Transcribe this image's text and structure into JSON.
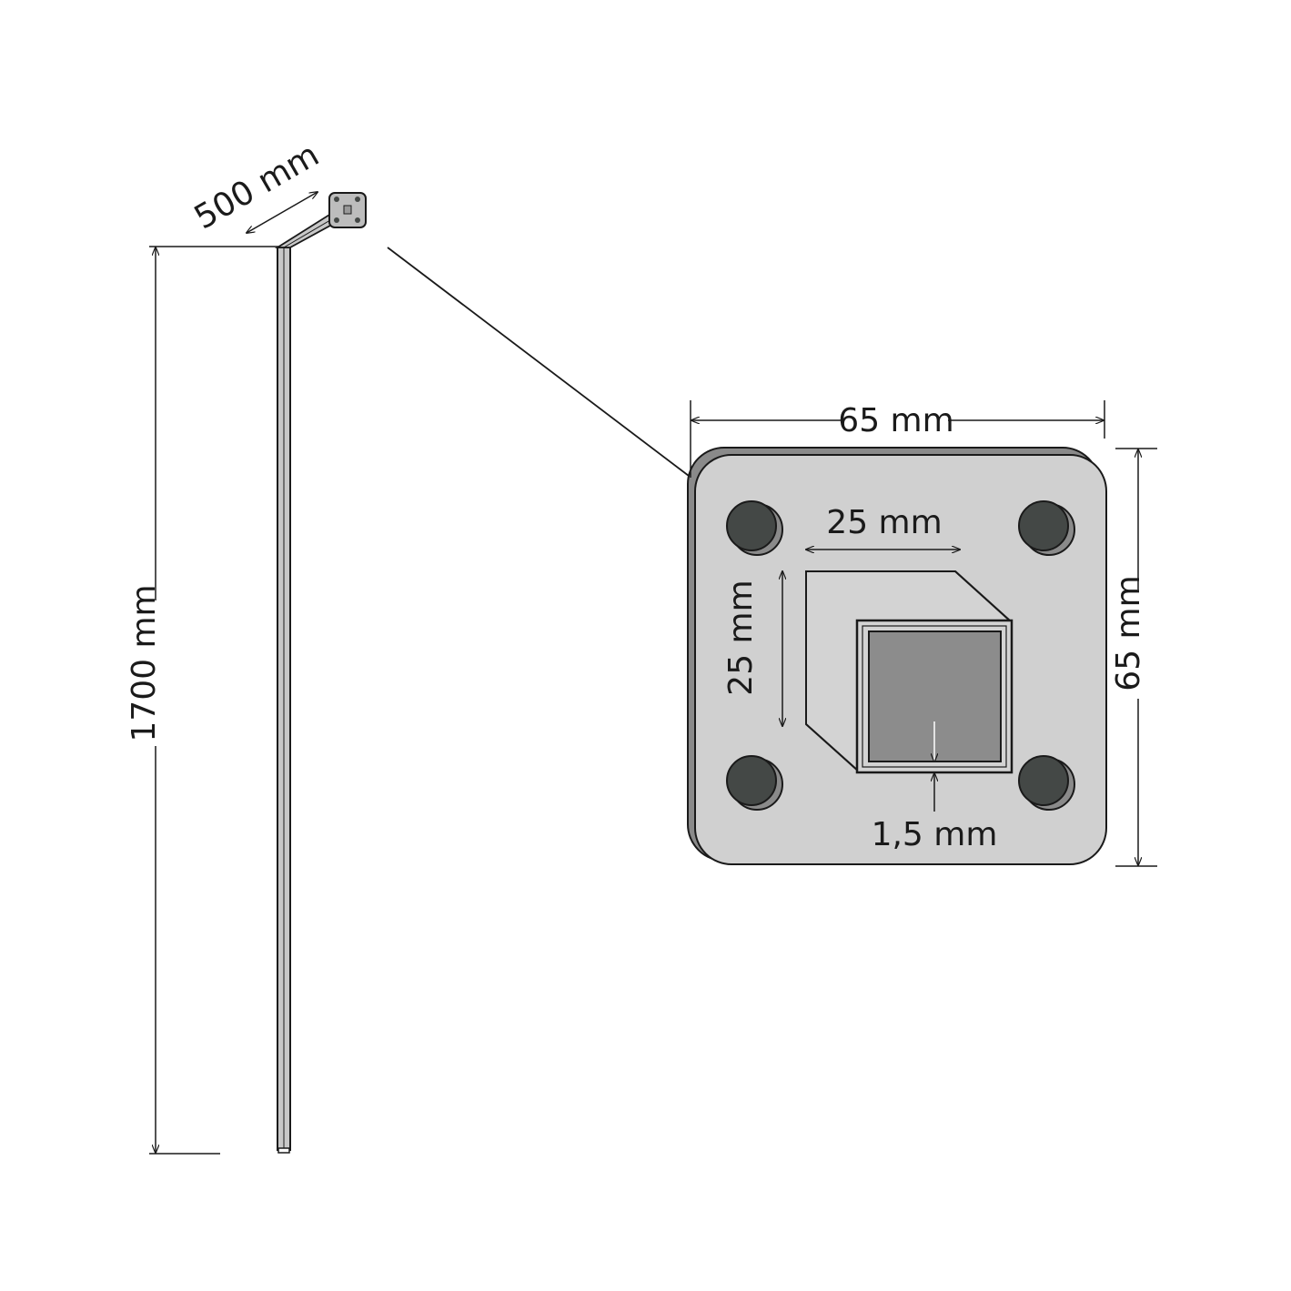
{
  "dimensions": {
    "arm_length": "500 mm",
    "post_height": "1700 mm",
    "plate_width": "65 mm",
    "plate_height": "65 mm",
    "tube_width": "25 mm",
    "tube_height": "25 mm",
    "wall_thickness": "1,5 mm"
  },
  "colors": {
    "line": "#1a1a1a",
    "plate_face": "#d0d0d0",
    "plate_edge": "#8a8a8a",
    "tube_face": "#d3d3d3",
    "tube_inner": "#8c8c8c",
    "bolt": "#444846",
    "bolt_shadow": "#8a8a8a"
  }
}
